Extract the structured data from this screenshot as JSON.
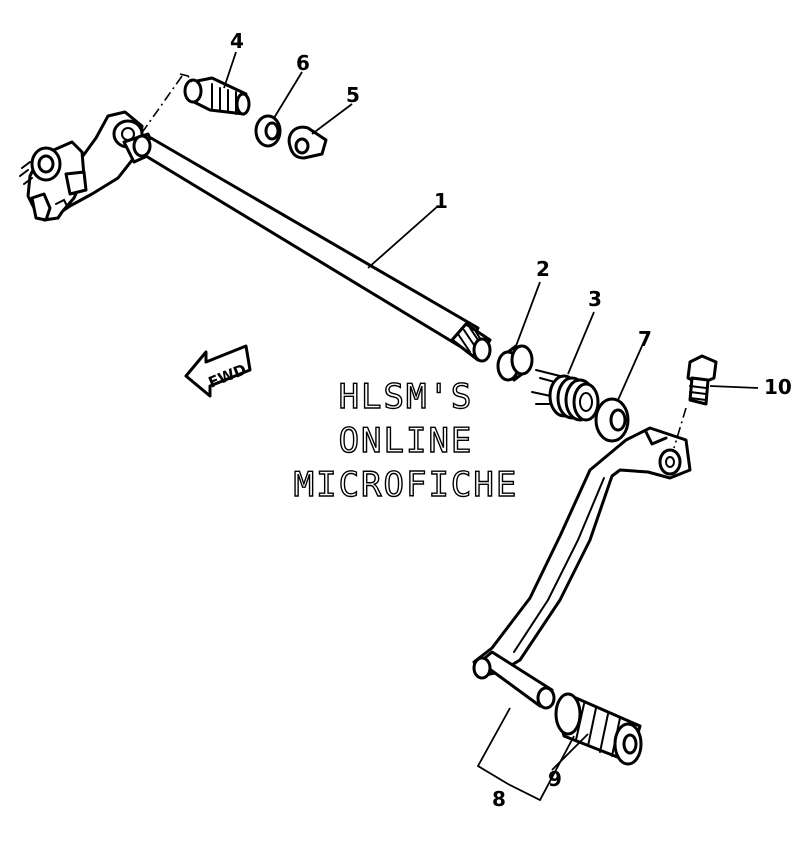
{
  "diagram": {
    "callouts": {
      "p1": "1",
      "p2": "2",
      "p3": "3",
      "p4": "4",
      "p5": "5",
      "p6": "6",
      "p7": "7",
      "p8": "8",
      "p9": "9",
      "p10": "10"
    },
    "fwd_label": "FWD",
    "watermark": {
      "line1": "HLSM'S",
      "line2": "ONLINE",
      "line3": "MICROFICHE"
    }
  }
}
